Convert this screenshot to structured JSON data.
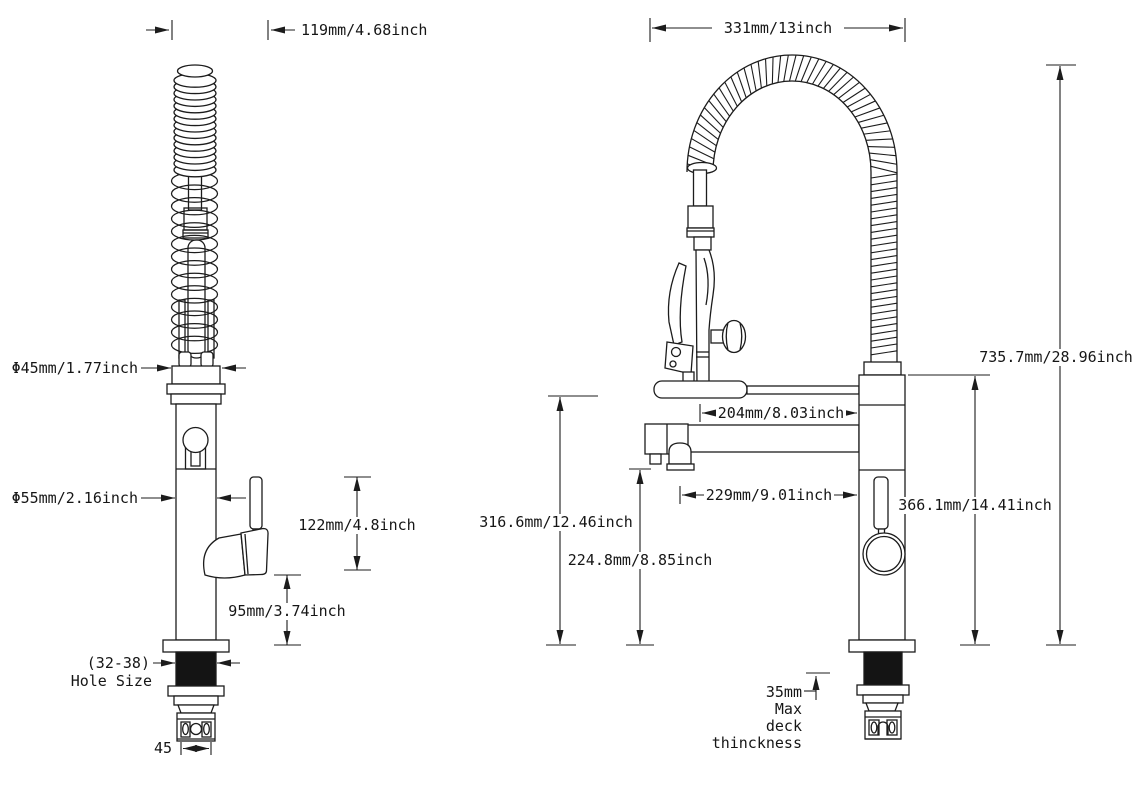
{
  "page": {
    "background": "#ffffff",
    "line_color": "#1c1c1c",
    "description": "Technical dimension drawing of a spring pull-down kitchen faucet, front view (left) and side view (right)"
  },
  "views": {
    "front": {
      "dim_spout_offset": "119mm/4.68inch",
      "dim_head_diameter": "Φ45mm/1.77inch",
      "dim_body_diameter": "Φ55mm/2.16inch",
      "dim_handle_height": "122mm/4.8inch",
      "dim_handle_to_deck": "95mm/3.74inch",
      "hole_size_line1": "(32-38)",
      "hole_size_line2": "Hole Size",
      "dim_shank_width": "45"
    },
    "side": {
      "dim_overall_width": "331mm/13inch",
      "dim_overall_height": "735.7mm/28.96inch",
      "dim_holder_reach": "204mm/8.03inch",
      "dim_spout_reach": "229mm/9.01inch",
      "dim_holder_height": "316.6mm/12.46inch",
      "dim_spout_height": "224.8mm/8.85inch",
      "dim_body_height": "366.1mm/14.41inch",
      "deck_line1": "35mm",
      "deck_line2": "Max",
      "deck_line3": "deck",
      "deck_line4": "thinckness"
    }
  }
}
